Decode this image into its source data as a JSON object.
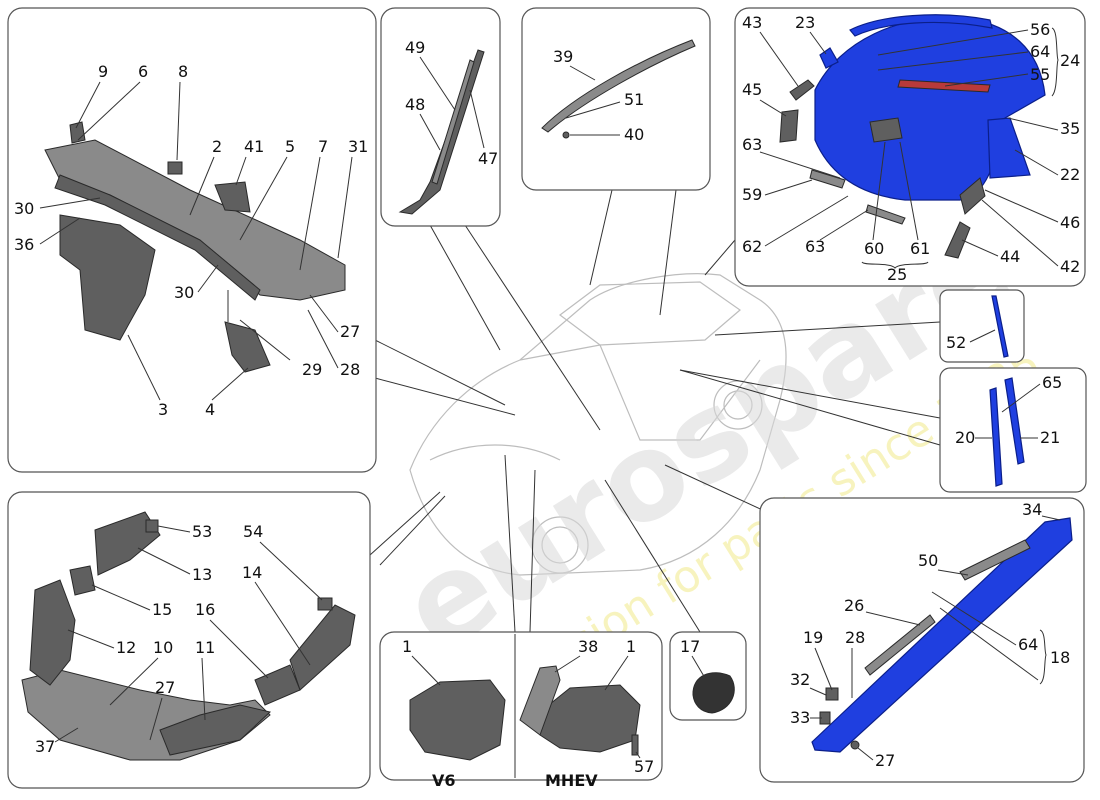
{
  "diagram": {
    "watermark": {
      "brand": "eurospares",
      "slogan": "a passion for parts since 1985"
    },
    "panels": {
      "cowl": {
        "callouts": [
          "9",
          "6",
          "8",
          "2",
          "41",
          "5",
          "7",
          "31",
          "30",
          "36",
          "30",
          "27",
          "28",
          "29",
          "3",
          "4"
        ]
      },
      "pillar_trim": {
        "callouts": [
          "49",
          "48",
          "47"
        ]
      },
      "roof_spoiler": {
        "callouts": [
          "39",
          "51",
          "40"
        ]
      },
      "tailgate": {
        "callouts": [
          "43",
          "23",
          "56",
          "64",
          "55",
          "24",
          "45",
          "35",
          "22",
          "63",
          "59",
          "46",
          "62",
          "63",
          "60",
          "61",
          "25",
          "44",
          "42"
        ]
      },
      "window_seal": {
        "callouts": [
          "52"
        ]
      },
      "door_trims": {
        "callouts": [
          "65",
          "20",
          "21"
        ]
      },
      "underhood_insulation": {
        "callouts": [
          "53",
          "13",
          "54",
          "15",
          "14",
          "16",
          "12",
          "10",
          "11",
          "27",
          "37"
        ]
      },
      "engine_cover": {
        "callouts": [
          "1",
          "38",
          "1",
          "57"
        ],
        "captions": {
          "left": "V6",
          "right": "MHEV"
        }
      },
      "badge": {
        "callouts": [
          "17"
        ]
      },
      "side_skirt": {
        "callouts": [
          "34",
          "50",
          "26",
          "64",
          "19",
          "28",
          "18",
          "32",
          "33",
          "27"
        ]
      }
    }
  }
}
